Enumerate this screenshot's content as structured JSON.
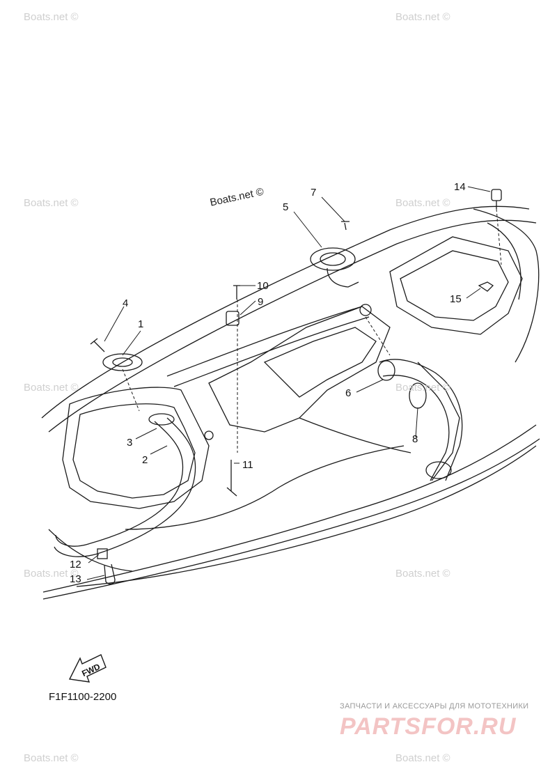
{
  "watermark": "Boats.net ©",
  "watermark_dark": "Boats.net ©",
  "callouts": [
    {
      "id": "1",
      "label": "1"
    },
    {
      "id": "2",
      "label": "2"
    },
    {
      "id": "3",
      "label": "3"
    },
    {
      "id": "4",
      "label": "4"
    },
    {
      "id": "5",
      "label": "5"
    },
    {
      "id": "6",
      "label": "6"
    },
    {
      "id": "7",
      "label": "7"
    },
    {
      "id": "8",
      "label": "8"
    },
    {
      "id": "9",
      "label": "9"
    },
    {
      "id": "10",
      "label": "10"
    },
    {
      "id": "11",
      "label": "11"
    },
    {
      "id": "12",
      "label": "12"
    },
    {
      "id": "13",
      "label": "13"
    },
    {
      "id": "14",
      "label": "14"
    },
    {
      "id": "15",
      "label": "15"
    }
  ],
  "fwd_label": "FWD",
  "diagram_code": "F1F1100-2200",
  "brand": {
    "tagline": "ЗАПЧАСТИ И АКСЕССУАРЫ ДЛЯ МОТОТЕХНИКИ",
    "logo": "PARTSFOR.RU",
    "color": "#e88a8a"
  },
  "colors": {
    "line": "#1a1a1a",
    "watermark": "#cfcfcf"
  }
}
